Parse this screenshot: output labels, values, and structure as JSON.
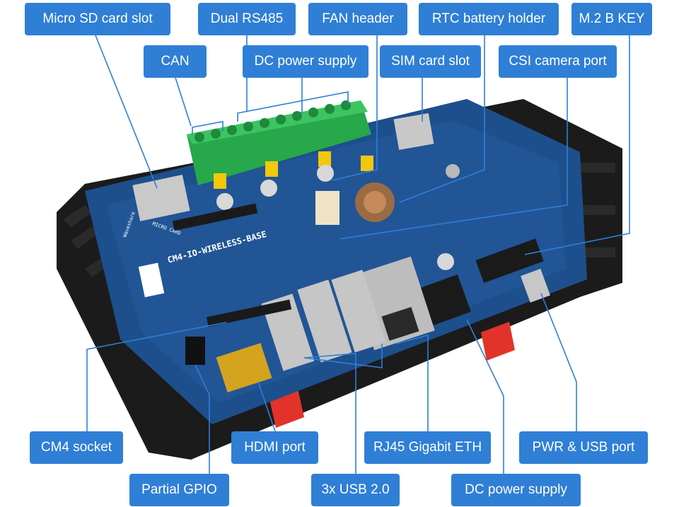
{
  "callouts": {
    "micro_sd": "Micro SD card slot",
    "dual_rs485": "Dual RS485",
    "fan_header": "FAN header",
    "rtc_battery": "RTC battery holder",
    "m2_bkey": "M.2 B KEY",
    "can": "CAN",
    "dc_power_top": "DC power supply",
    "sim_slot": "SIM card slot",
    "csi_camera": "CSI camera port",
    "cm4_socket": "CM4 socket",
    "hdmi_port": "HDMI port",
    "rj45": "RJ45 Gigabit ETH",
    "pwr_usb": "PWR & USB port",
    "partial_gpio": "Partial GPIO",
    "usb3x": "3x USB 2.0",
    "dc_power_bottom": "DC power supply"
  },
  "board": {
    "silkscreen_title": "CM4-IO-WIRELESS-BASE",
    "brand": "Waveshare",
    "sd_label": "MICRO CARD"
  },
  "colors": {
    "callout_bg": "#2f7fd6",
    "pcb": "#1d4f8c",
    "case": "#1b1b1b",
    "terminal": "#27a84a",
    "connector_line": "#2f7fd6"
  }
}
